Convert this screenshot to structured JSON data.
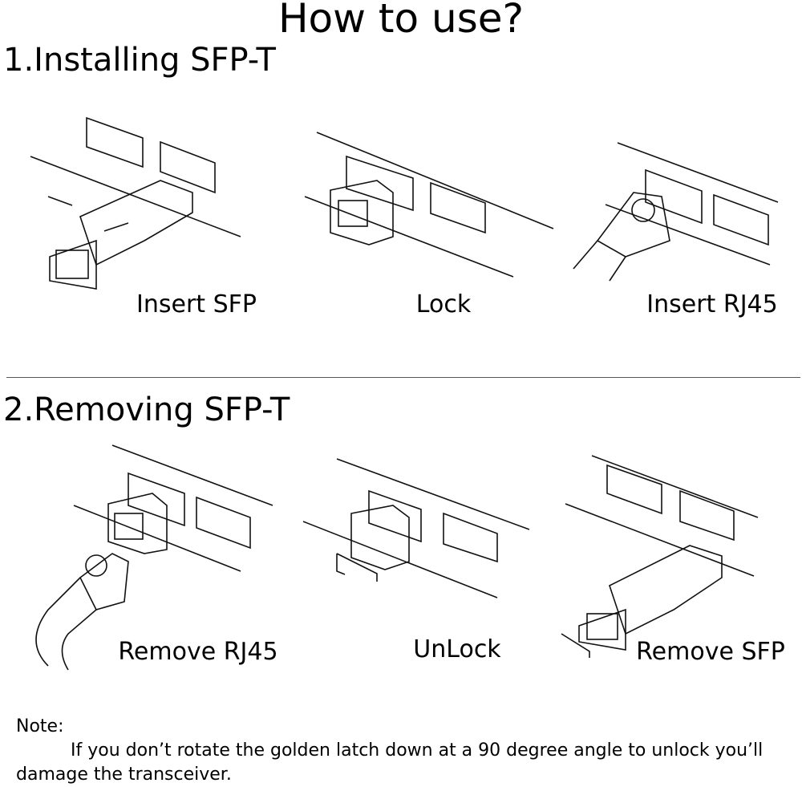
{
  "title": "How to use?",
  "install": {
    "heading": "1.Installing SFP-T",
    "steps": [
      "Insert SFP",
      "Lock",
      "Insert RJ45"
    ]
  },
  "remove": {
    "heading": "2.Removing SFP-T",
    "steps": [
      "Remove RJ45",
      "UnLock",
      "Remove SFP"
    ]
  },
  "note": {
    "label": "Note:",
    "line1": "If you don’t rotate the golden latch down at a 90 degree angle to unlock you’ll",
    "line2": "damage the transceiver."
  }
}
